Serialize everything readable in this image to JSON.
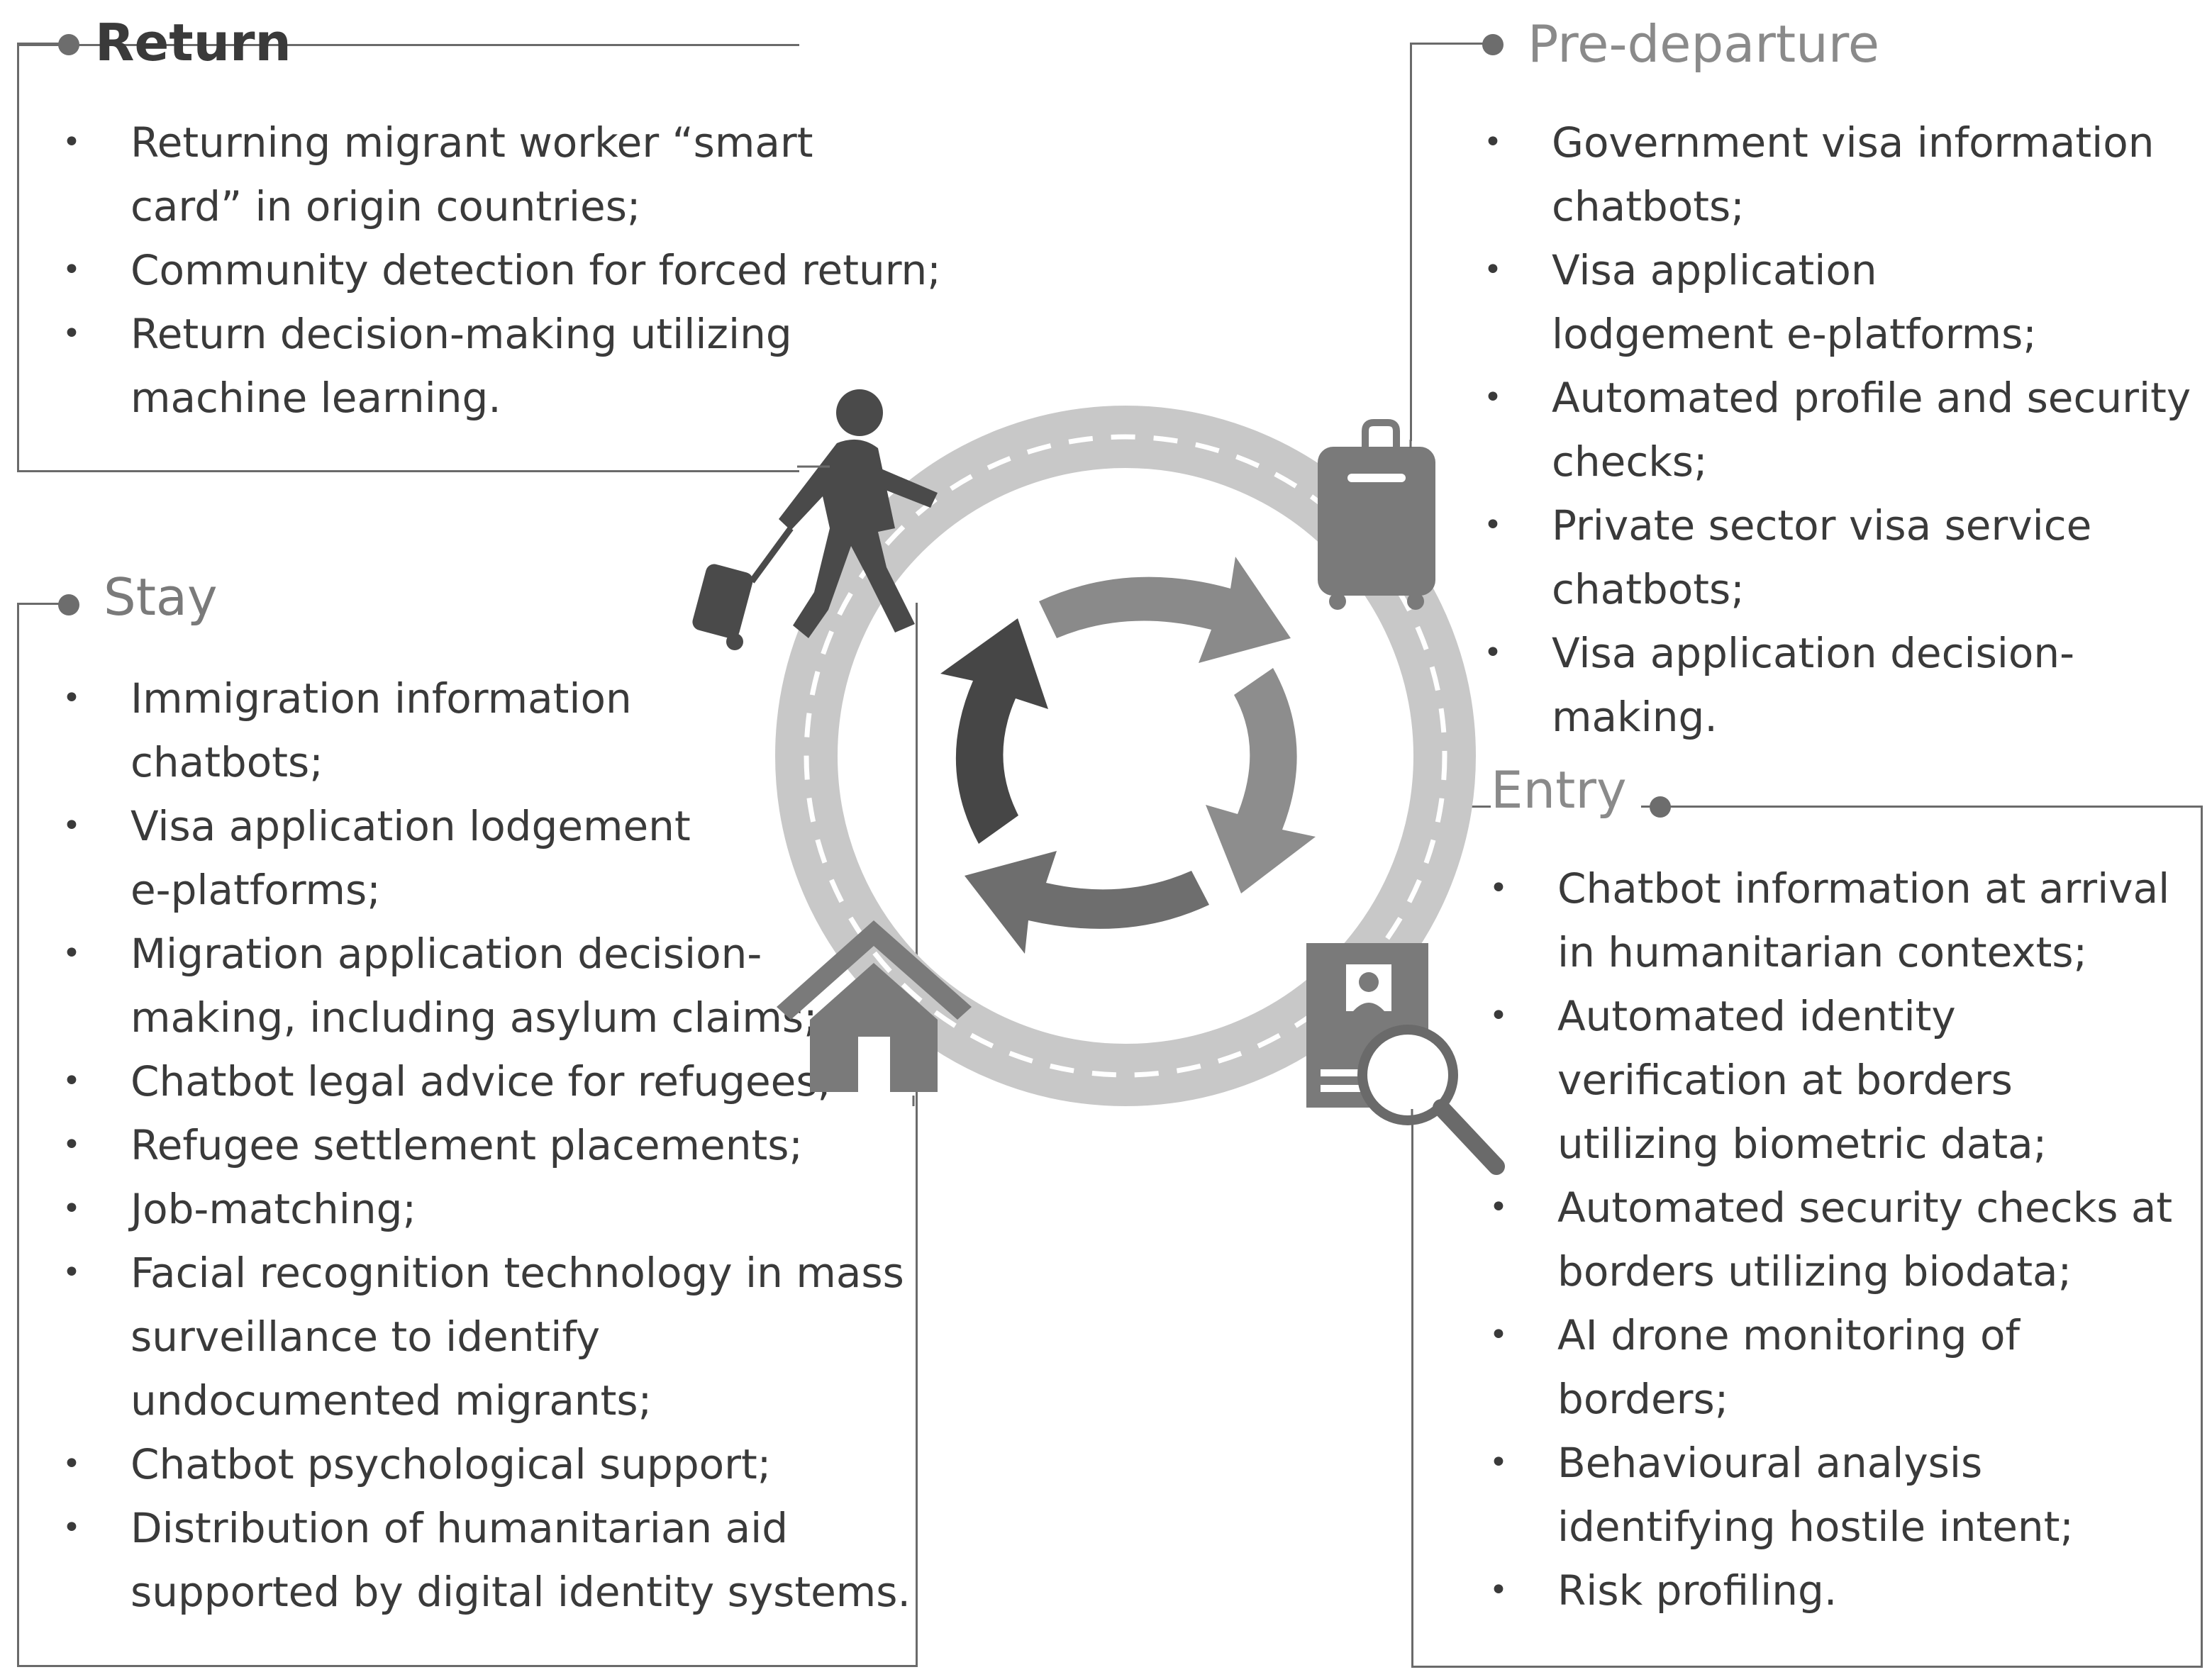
{
  "sections": {
    "return": {
      "title": "Return",
      "items": [
        "Returning migrant worker “smart card” in origin countries;",
        "Community detection for forced return;",
        "Return decision-making utilizing machine learning."
      ]
    },
    "predeparture": {
      "title": "Pre-departure",
      "items": [
        "Government visa information chatbots;",
        "Visa application lodgement e-platforms;",
        "Automated profile and security checks;",
        "Private sector visa service chatbots;",
        "Visa application decision-making."
      ]
    },
    "stay": {
      "title": "Stay",
      "items": [
        "Immigration information chatbots;",
        "Visa application lodgement e-platforms;",
        "Migration application decision-making, including asylum claims;",
        "Chatbot legal advice for refugees;",
        "Refugee settlement placements;",
        "Job-matching;",
        "Facial recognition technology in mass surveillance to identify undocumented migrants;",
        "Chatbot psychological support;",
        "Distribution of humanitarian aid supported by digital identity systems."
      ]
    },
    "entry": {
      "title": "Entry",
      "items": [
        "Chatbot information at arrival in humanitarian contexts;",
        "Automated identity verification at borders utilizing biometric data;",
        "Automated security checks at borders utilizing biodata;",
        "AI drone monitoring of borders;",
        "Behavioural analysis identifying hostile intent;",
        "Risk profiling."
      ]
    }
  },
  "icons": {
    "return": "walking-traveler-icon",
    "predeparture": "suitcase-icon",
    "stay": "house-icon",
    "entry": "identity-search-icon",
    "cycle": "cycle-arrows-icon"
  },
  "colors": {
    "title_dark": "#3a3a3a",
    "title_light": "#8a8a8a",
    "ring": "#c8c8c8",
    "arrow_dark": "#444444",
    "arrow_mid": "#6a6a6a",
    "arrow_light": "#8a8a8a"
  }
}
